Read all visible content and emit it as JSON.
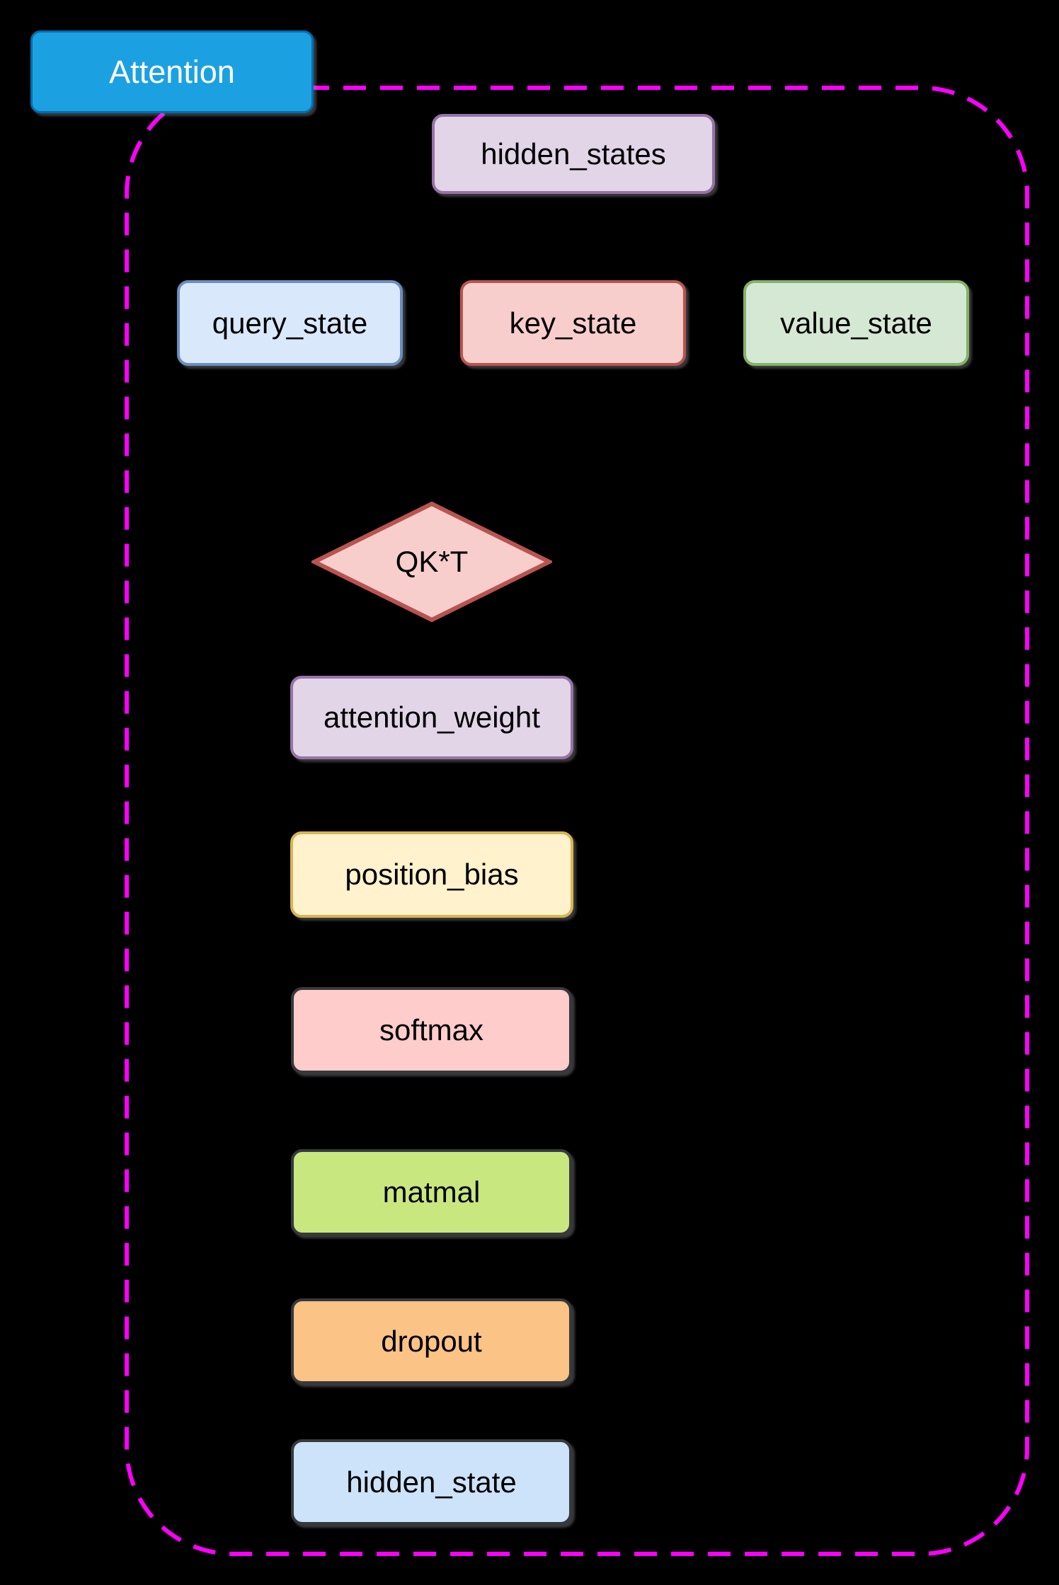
{
  "title_node": {
    "label": "Attention",
    "fill": "#1BA1E2",
    "border": "#006EAF",
    "text_color": "#FFFFFF"
  },
  "container": {
    "border_color": "#FF00FF",
    "border_style": "dashed"
  },
  "nodes": [
    {
      "label": "hidden_states",
      "fill": "#E1D5E7",
      "border": "#9673A6"
    },
    {
      "label": "query_state",
      "fill": "#DAE8FC",
      "border": "#6C8EBF"
    },
    {
      "label": "key_state",
      "fill": "#F8CECC",
      "border": "#B85450"
    },
    {
      "label": "value_state",
      "fill": "#D5E8D4",
      "border": "#82B366"
    },
    {
      "label": "attention_weight",
      "fill": "#E1D5E7",
      "border": "#9673A6"
    },
    {
      "label": "position_bias",
      "fill": "#FFF2CC",
      "border": "#D6B656"
    },
    {
      "label": "softmax",
      "fill": "#FFCCCC",
      "border": "#36393D"
    },
    {
      "label": "matmal",
      "fill": "#C9E77F",
      "border": "#36393D"
    },
    {
      "label": "dropout",
      "fill": "#FBC386",
      "border": "#36393D"
    },
    {
      "label": "hidden_state",
      "fill": "#CCE3FA",
      "border": "#36393D"
    }
  ],
  "diamond": {
    "label": "QK*T",
    "fill": "#F8CECC",
    "border": "#B85450"
  }
}
